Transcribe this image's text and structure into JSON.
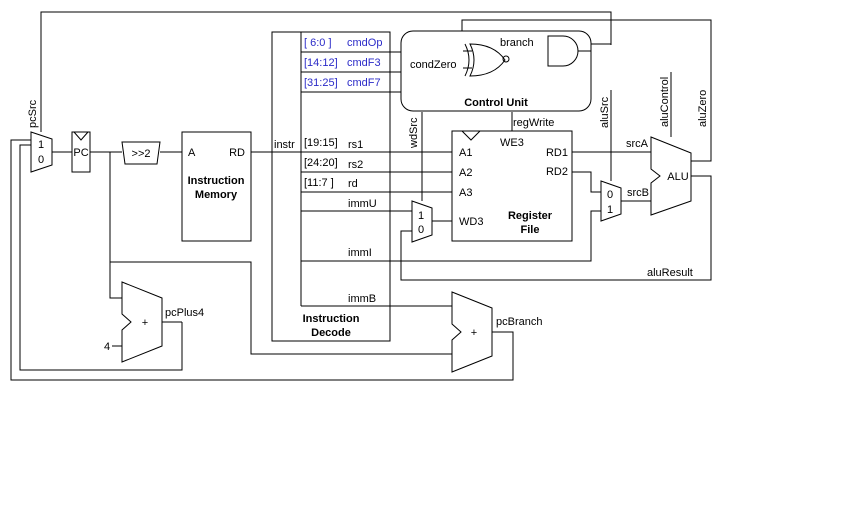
{
  "labels": {
    "pcSrc": "pcSrc",
    "pcMux1": "1",
    "pcMux0": "0",
    "pc": "PC",
    "shift": ">>2",
    "imA": "A",
    "imRD": "RD",
    "imTitle1": "Instruction",
    "imTitle2": "Memory",
    "instr": "instr",
    "decodeTitle1": "Instruction",
    "decodeTitle2": "Decode",
    "f60": "[  6:0  ]",
    "f1412": "[14:12]",
    "f3125": "[31:25]",
    "cmdOp": "cmdOp",
    "cmdF3": "cmdF3",
    "cmdF7": "cmdF7",
    "f1915": "[19:15]",
    "f2420": "[24:20]",
    "f117": "[11:7  ]",
    "rs1": "rs1",
    "rs2": "rs2",
    "rd": "rd",
    "immU": "immU",
    "immI": "immI",
    "immB": "immB",
    "branch": "branch",
    "condZero": "condZero",
    "controlUnit": "Control Unit",
    "wdSrc": "wdSrc",
    "aluSrc": "aluSrc",
    "aluControl": "aluControl",
    "aluZero": "aluZero",
    "regWrite": "regWrite",
    "A1": "A1",
    "A2": "A2",
    "A3": "A3",
    "WD3": "WD3",
    "WE3": "WE3",
    "RD1": "RD1",
    "RD2": "RD2",
    "rfTitle1": "Register",
    "rfTitle2": "File",
    "wdMux1": "1",
    "wdMux0": "0",
    "aluMux0": "0",
    "aluMux1": "1",
    "srcA": "srcA",
    "srcB": "srcB",
    "alu": "ALU",
    "aluResult": "aluResult",
    "plus1": "+",
    "plus2": "+",
    "pcPlus4": "pcPlus4",
    "four": "4",
    "pcBranch": "pcBranch"
  }
}
